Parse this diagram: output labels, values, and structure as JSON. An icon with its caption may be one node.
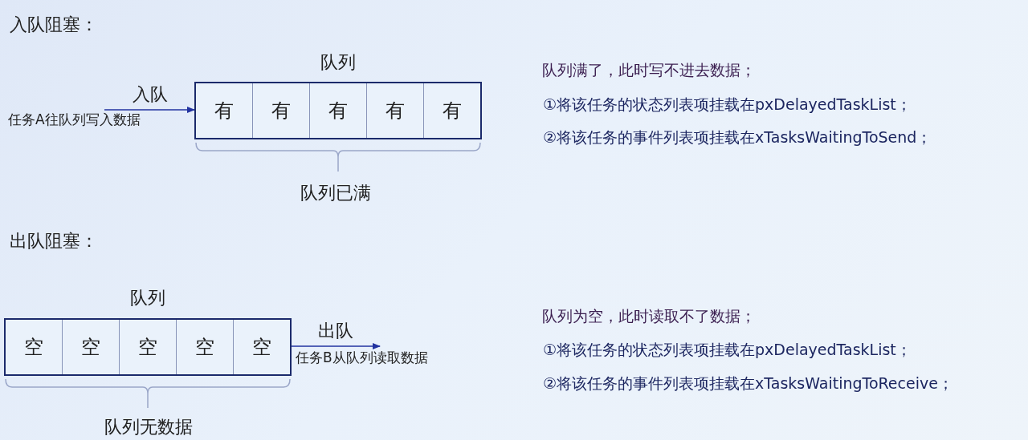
{
  "diagram": {
    "nodes": [
      {
        "text": [
          "队列"
        ],
        "beside": [
          "队列已满"
        ]
      },
      {
        "text": [
          "有"
        ],
        "in": 0
      },
      {
        "text": [
          "有"
        ],
        "in": 0
      },
      {
        "text": [
          "有"
        ],
        "in": 0
      },
      {
        "text": [
          "有"
        ],
        "in": 0
      },
      {
        "text": [
          "有"
        ],
        "in": 0
      },
      {
        "text": [
          "队列"
        ],
        "beside": [
          "队列无数据"
        ]
      },
      {
        "text": [
          "空"
        ],
        "in": 6
      },
      {
        "text": [
          "空"
        ],
        "in": 6
      },
      {
        "text": [
          "空"
        ],
        "in": 6
      },
      {
        "text": [
          "空"
        ],
        "in": 6
      },
      {
        "text": [
          "空"
        ],
        "in": 6
      },
      {
        "text": [
          "任务A往队列写入数据"
        ]
      },
      {
        "text": [
          "任务B从队列读取数据"
        ]
      }
    ],
    "edges": [
      {
        "from": 12,
        "to": 0,
        "arrow": "to",
        "label": "入队"
      },
      {
        "from": 6,
        "to": 13,
        "arrow": "to",
        "label": "出队"
      }
    ],
    "labels": [
      "入队阻塞：",
      "队列满了，此时写不进去数据；",
      "①将该任务的状态列表项挂载在pxDelayedTaskList；",
      "②将该任务的事件列表项挂载在xTasksWaitingToSend；",
      "出队阻塞：",
      "队列为空，此时读取不了数据；",
      "①将该任务的状态列表项挂载在pxDelayedTaskList；",
      "②将该任务的事件列表项挂载在xTasksWaitingToReceive；"
    ]
  }
}
